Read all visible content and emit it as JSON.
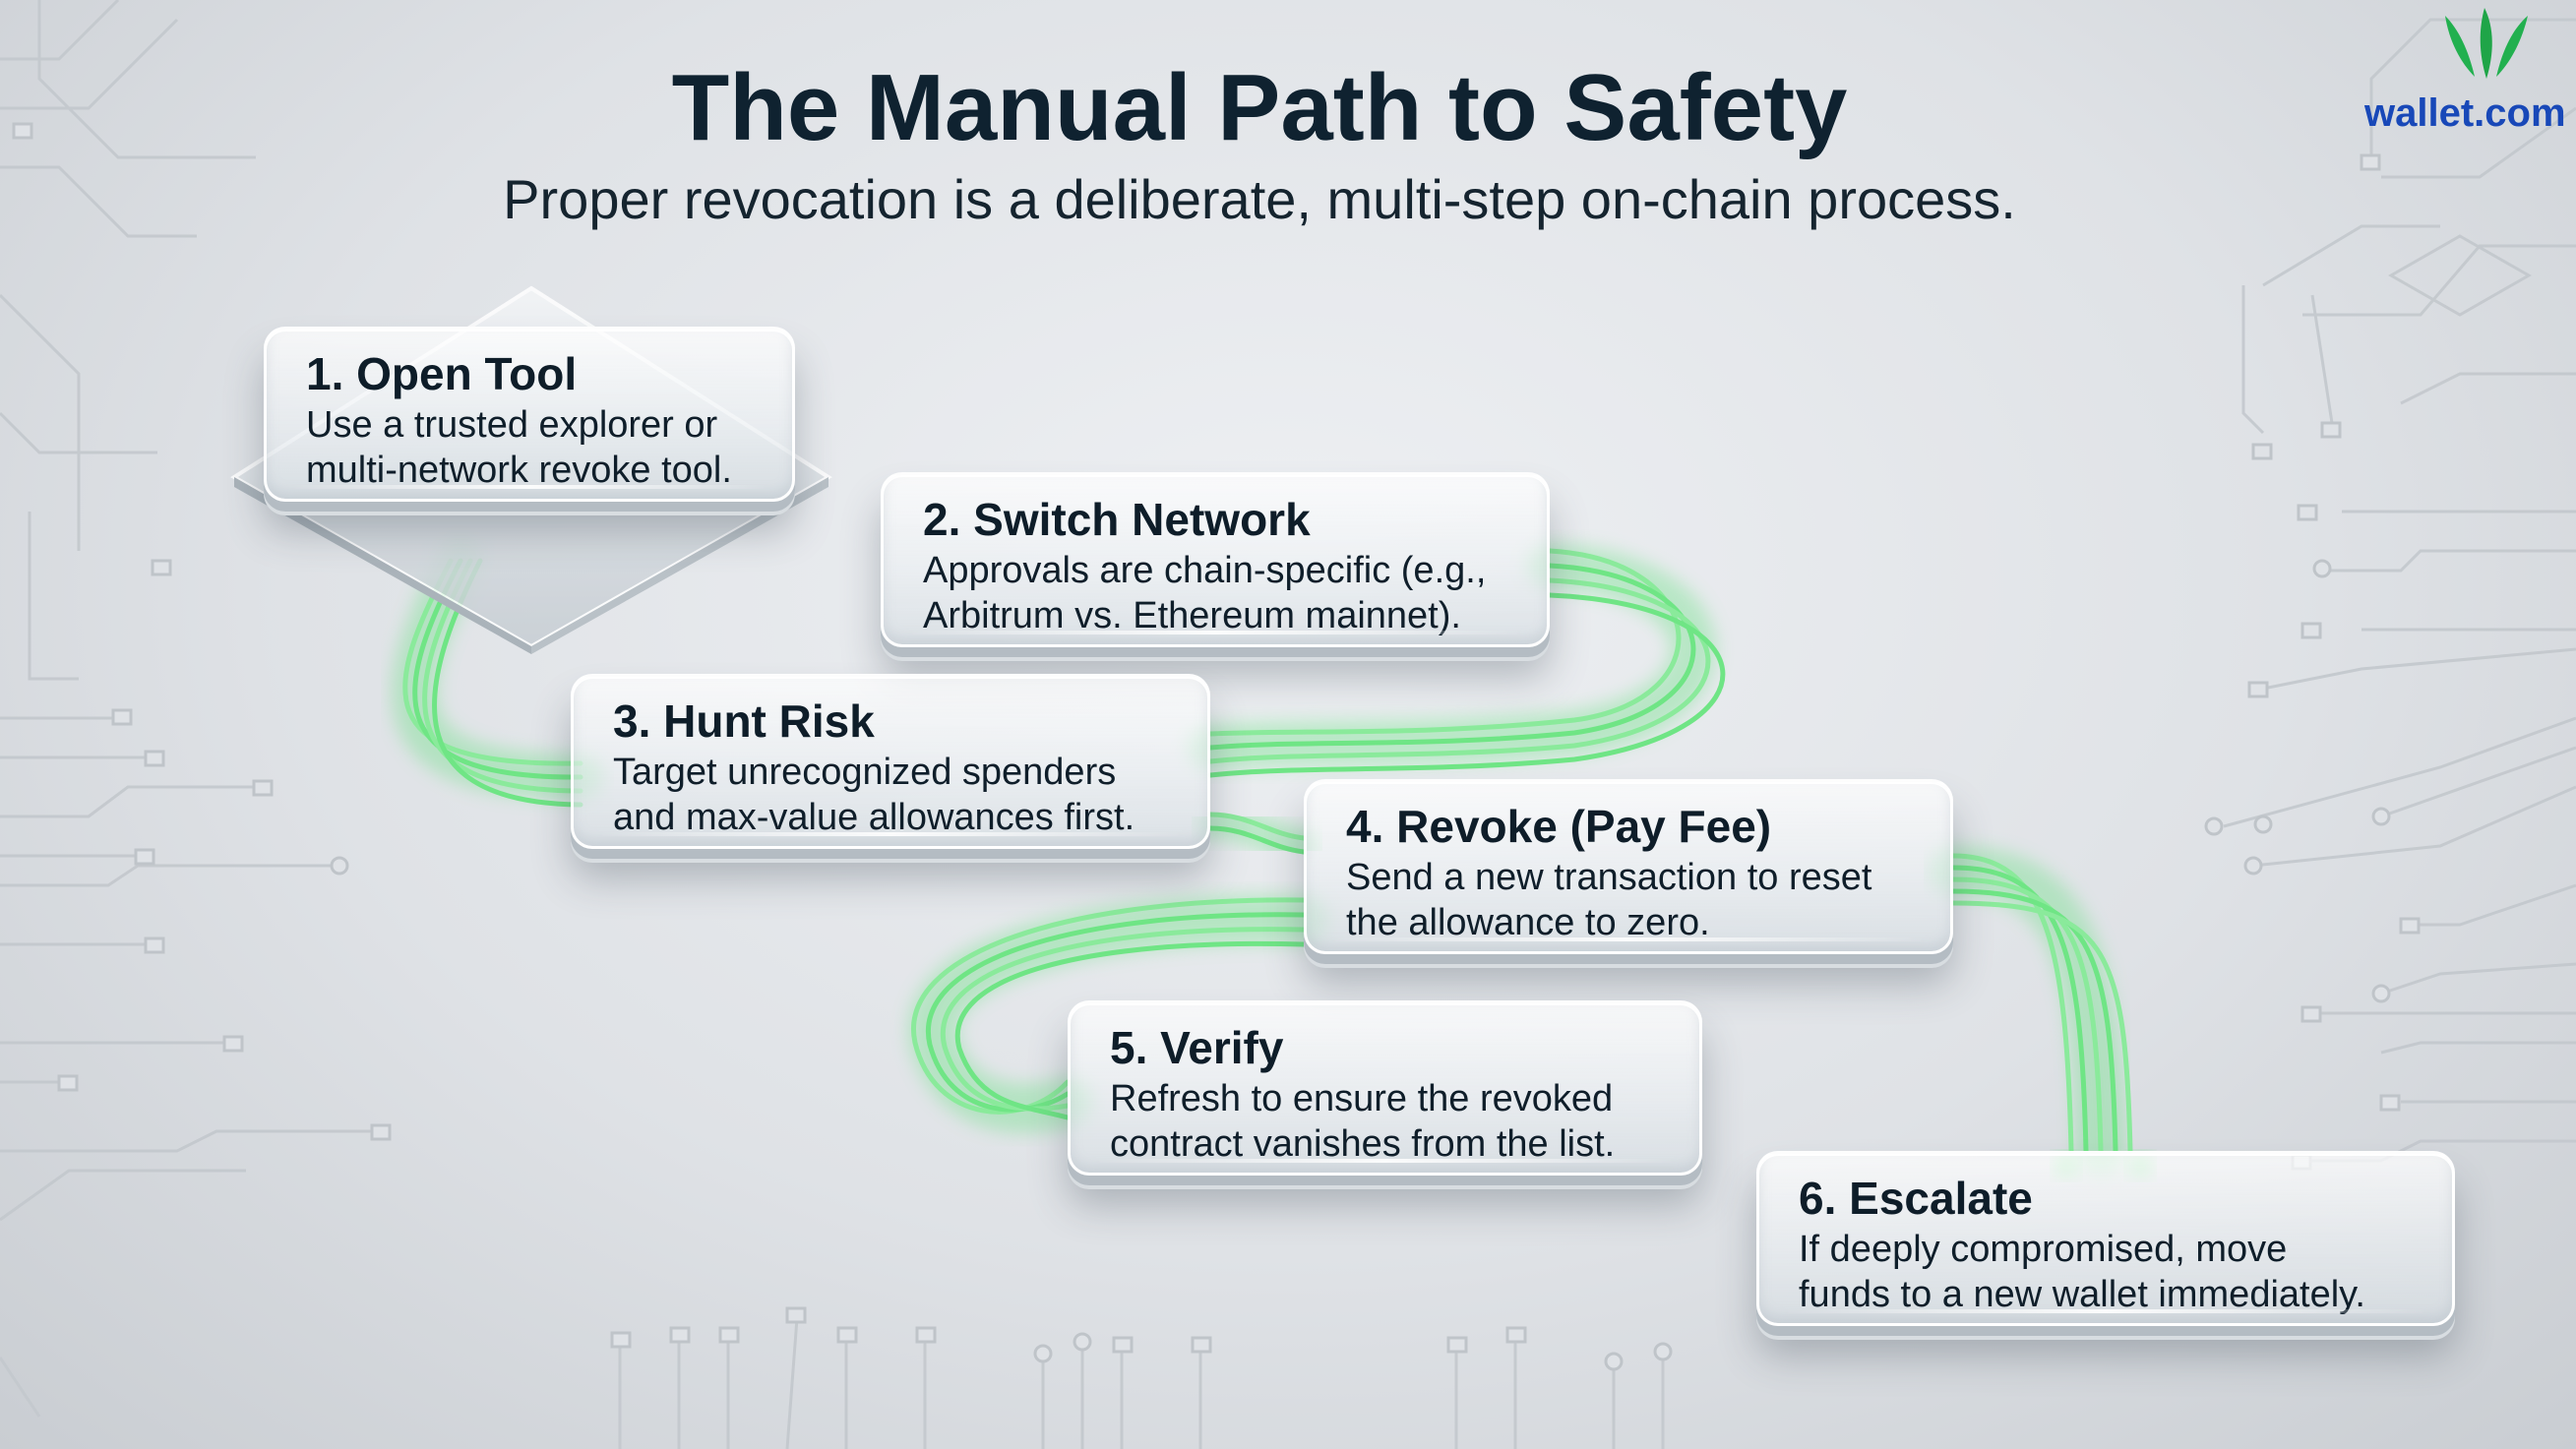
{
  "header": {
    "title": "The Manual Path to Safety",
    "subtitle": "Proper revocation is a deliberate, multi-step on-chain process."
  },
  "brand": {
    "logo_text": "wallet.com",
    "logo_icon": "leaf-sprout-icon",
    "text_color": "#1848b8",
    "mark_color": "#22b04f"
  },
  "colors": {
    "connector_glow": "#5fe07a",
    "title_color": "#0f2230"
  },
  "steps": [
    {
      "title": "1. Open Tool",
      "body": "Use a trusted explorer or\nmulti-network revoke tool."
    },
    {
      "title": "2. Switch Network",
      "body": "Approvals are chain-specific (e.g.,\nArbitrum vs. Ethereum mainnet)."
    },
    {
      "title": "3. Hunt Risk",
      "body": "Target unrecognized spenders\nand max-value allowances first."
    },
    {
      "title": "4. Revoke (Pay Fee)",
      "body": "Send a new transaction to reset\nthe allowance to zero."
    },
    {
      "title": "5. Verify",
      "body": "Refresh to ensure the revoked\ncontract vanishes from the list."
    },
    {
      "title": "6. Escalate",
      "body": "If deeply compromised, move\nfunds to a new wallet immediately."
    }
  ]
}
